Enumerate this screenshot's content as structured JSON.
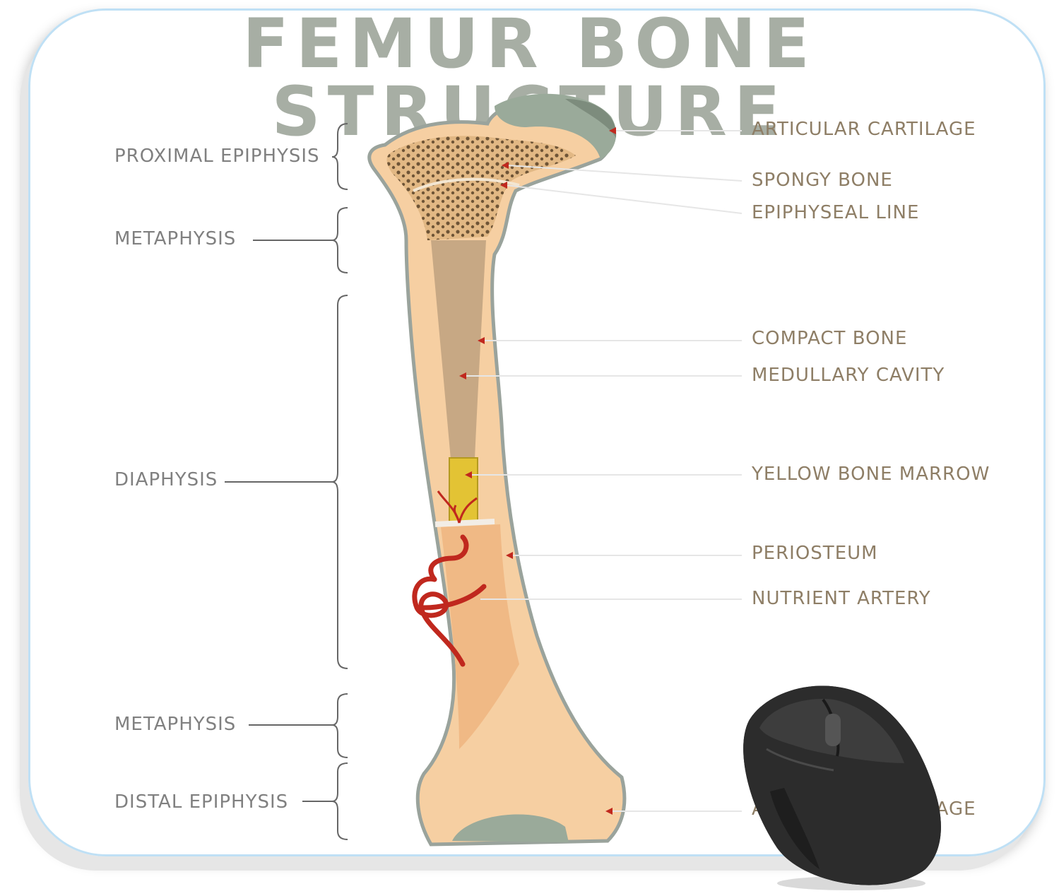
{
  "diagram": {
    "title": "FEMUR BONE STRUCTURE",
    "regions": [
      {
        "id": "proximal-epiphysis",
        "label": "PROXIMAL EPIPHYSIS"
      },
      {
        "id": "metaphysis-top",
        "label": "METAPHYSIS"
      },
      {
        "id": "diaphysis",
        "label": "DIAPHYSIS"
      },
      {
        "id": "metaphysis-bottom",
        "label": "METAPHYSIS"
      },
      {
        "id": "distal-epiphysis",
        "label": "DISTAL EPIPHYSIS"
      }
    ],
    "parts": [
      {
        "id": "articular-cartilage",
        "label": "ARTICULAR CARTILAGE"
      },
      {
        "id": "spongy-bone",
        "label": "SPONGY BONE"
      },
      {
        "id": "epiphyseal-line",
        "label": "EPIPHYSEAL LINE"
      },
      {
        "id": "compact-bone",
        "label": "COMPACT BONE"
      },
      {
        "id": "medullary-cavity",
        "label": "MEDULLARY CAVITY"
      },
      {
        "id": "yellow-bone-marrow",
        "label": "YELLOW BONE MARROW"
      },
      {
        "id": "periosteum",
        "label": "PERIOSTEUM"
      },
      {
        "id": "nutrient-artery",
        "label": "NUTRIENT ARTERY"
      },
      {
        "id": "articular-cartilage-bottom",
        "label": "ARTICULAR CARTILAGE"
      }
    ],
    "colors": {
      "bone": "#f6cfa2",
      "bone_outline": "#9aa39c",
      "cartilage": "#9aaa9a",
      "spongy": "#e7c091",
      "marrow_cavity": "#c7a884",
      "yellow_marrow": "#e3c334",
      "artery": "#c0281e",
      "title": "#a7aea4"
    }
  },
  "mouse": {
    "icon": "computer-mouse-icon"
  }
}
